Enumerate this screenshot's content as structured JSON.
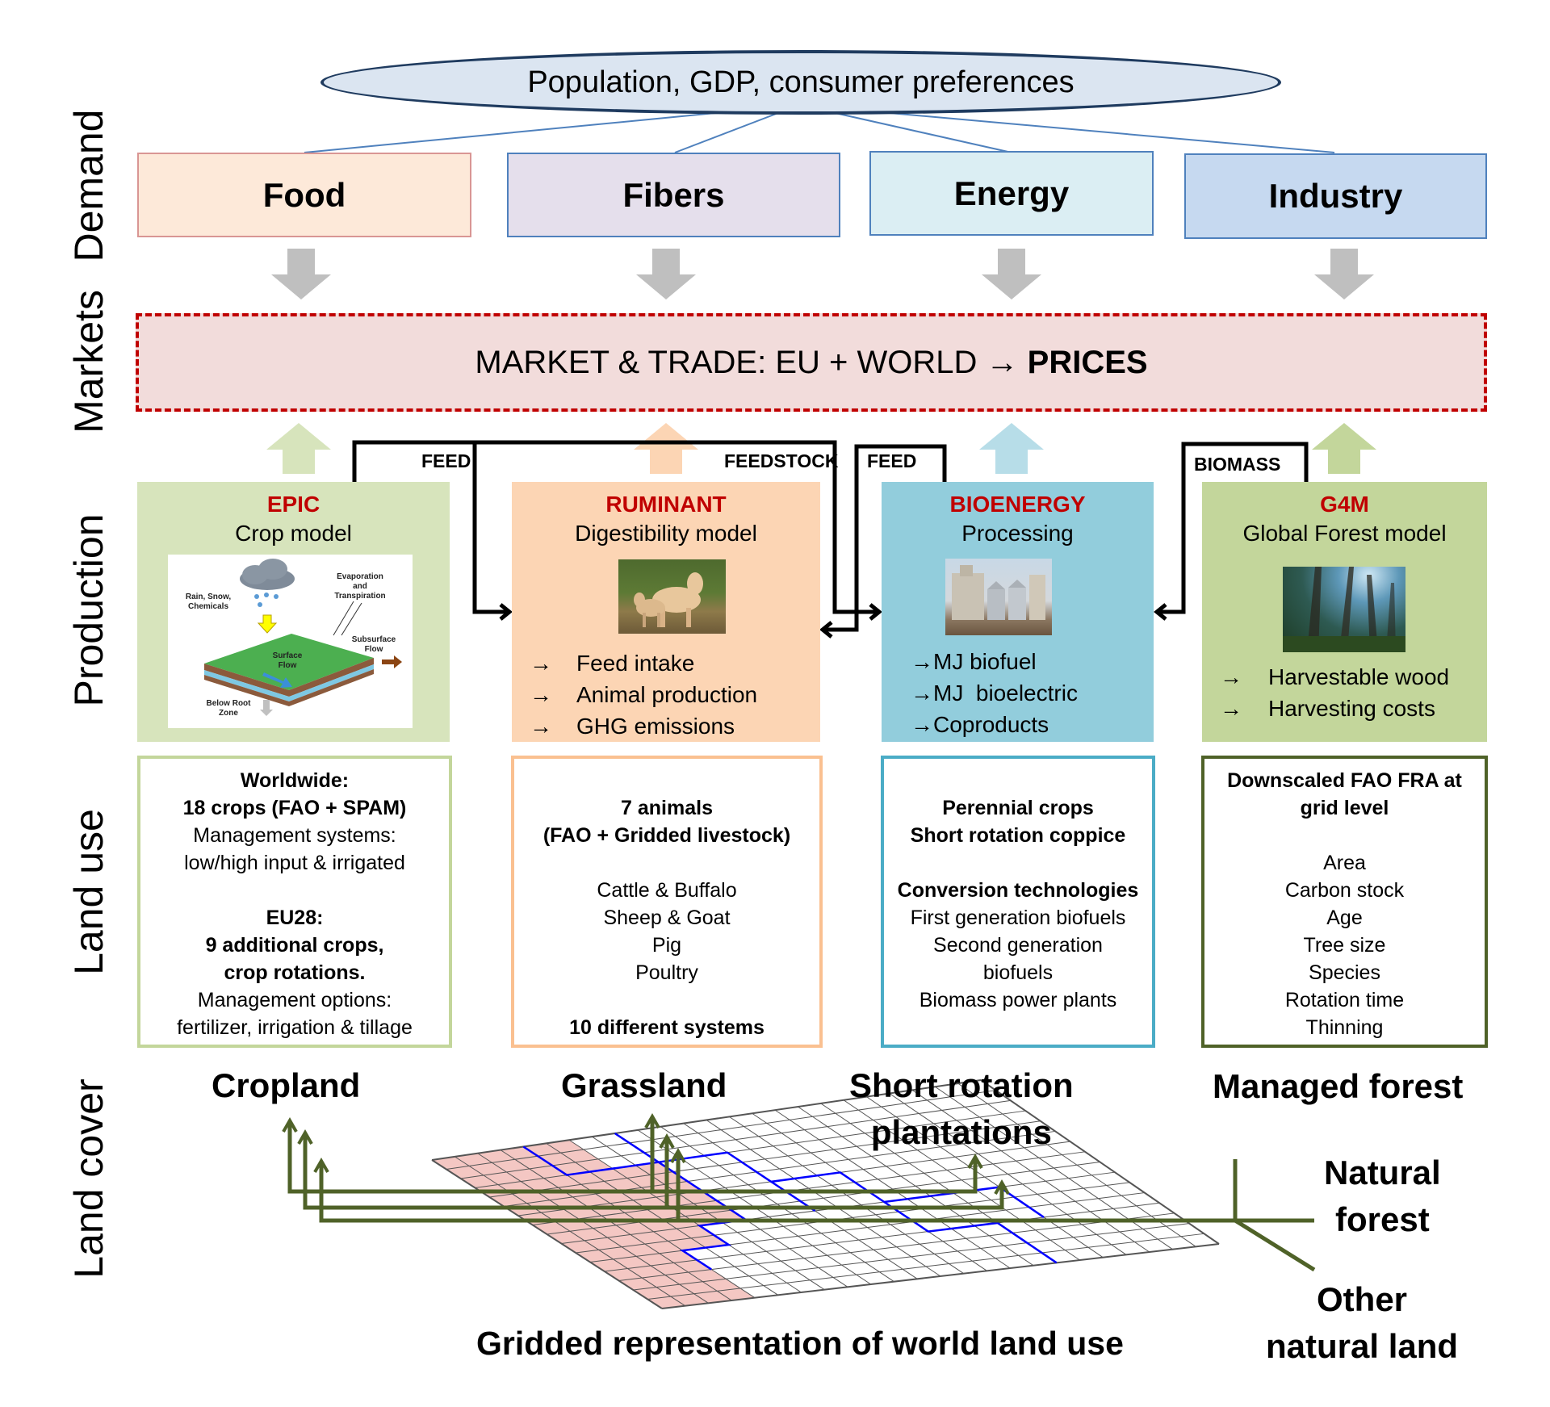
{
  "axis_labels": {
    "demand": "Demand",
    "markets": "Markets",
    "production": "Production",
    "land_use": "Land use",
    "land_cover": "Land cover"
  },
  "drivers": "Population, GDP, consumer preferences",
  "demand": [
    {
      "label": "Food",
      "fill": "#fde9d9",
      "border": "#d99694"
    },
    {
      "label": "Fibers",
      "fill": "#e5dfec",
      "border": "#4f81bd"
    },
    {
      "label": "Energy",
      "fill": "#dbeef3",
      "border": "#4f81bd"
    },
    {
      "label": "Industry",
      "fill": "#c6d9f0",
      "border": "#4f81bd"
    }
  ],
  "market": {
    "text": "MARKET & TRADE: EU + WORLD",
    "arrow": "→",
    "emphasis": "PRICES"
  },
  "flows": {
    "feed_1": "FEED",
    "feedstock": "FEEDSTOCK",
    "feed_2": "FEED",
    "biomass": "BIOMASS"
  },
  "production": [
    {
      "title": "EPIC",
      "subtitle": "Crop model",
      "fill": "#d7e4bc",
      "image_labels": {
        "rain": "Rain, Snow, Chemicals",
        "evap": "Evaporation and Transpiration",
        "subsurface": "Subsurface Flow",
        "surface": "Surface Flow",
        "root": "Below Root Zone"
      },
      "outputs": []
    },
    {
      "title": "RUMINANT",
      "subtitle": "Digestibility model",
      "fill": "#fcd5b4",
      "outputs": [
        "Feed intake",
        "Animal production",
        "GHG emissions"
      ]
    },
    {
      "title": "BIOENERGY",
      "subtitle": "Processing",
      "fill": "#92cddc",
      "outputs": [
        "MJ biofuel",
        "MJ  bioelectric",
        "Coproducts"
      ]
    },
    {
      "title": "G4M",
      "subtitle": "Global Forest model",
      "fill": "#c3d69b",
      "outputs": [
        "Harvestable wood",
        "Harvesting costs"
      ]
    }
  ],
  "list_arrow": "→",
  "land_use": [
    {
      "border": "#c3d69b",
      "lines": [
        {
          "text": "Worldwide:",
          "bold": true
        },
        {
          "text": "18 crops (FAO + SPAM)",
          "bold": true
        },
        {
          "text": "Management systems:",
          "bold": false
        },
        {
          "text": "low/high input & irrigated",
          "bold": false
        },
        {
          "text": "",
          "bold": false
        },
        {
          "text": "EU28:",
          "bold": true
        },
        {
          "text": "9 additional crops,",
          "bold": true
        },
        {
          "text": "crop rotations.",
          "bold": true
        },
        {
          "text": "Management options:",
          "bold": false
        },
        {
          "text": "fertilizer, irrigation & tillage",
          "bold": false
        }
      ]
    },
    {
      "border": "#fac090",
      "lines": [
        {
          "text": "",
          "bold": false
        },
        {
          "text": "7 animals",
          "bold": true
        },
        {
          "text": "(FAO + Gridded livestock)",
          "bold": true
        },
        {
          "text": "",
          "bold": false
        },
        {
          "text": "Cattle & Buffalo",
          "bold": false
        },
        {
          "text": "Sheep & Goat",
          "bold": false
        },
        {
          "text": "Pig",
          "bold": false
        },
        {
          "text": "Poultry",
          "bold": false
        },
        {
          "text": "",
          "bold": false
        },
        {
          "text": "10 different systems",
          "bold": true
        }
      ]
    },
    {
      "border": "#4bacc6",
      "lines": [
        {
          "text": "",
          "bold": false
        },
        {
          "text": "Perennial crops",
          "bold": true
        },
        {
          "text": "Short rotation coppice",
          "bold": true
        },
        {
          "text": "",
          "bold": false
        },
        {
          "text": "Conversion technologies",
          "bold": true
        },
        {
          "text": "First generation biofuels",
          "bold": false
        },
        {
          "text": "Second generation",
          "bold": false
        },
        {
          "text": "biofuels",
          "bold": false
        },
        {
          "text": "Biomass power plants",
          "bold": false
        }
      ]
    },
    {
      "border": "#4f6228",
      "lines": [
        {
          "text": "Downscaled FAO FRA at",
          "bold": true
        },
        {
          "text": "grid level",
          "bold": true
        },
        {
          "text": "",
          "bold": false
        },
        {
          "text": "Area",
          "bold": false
        },
        {
          "text": "Carbon stock",
          "bold": false
        },
        {
          "text": "Age",
          "bold": false
        },
        {
          "text": "Tree size",
          "bold": false
        },
        {
          "text": "Species",
          "bold": false
        },
        {
          "text": "Rotation time",
          "bold": false
        },
        {
          "text": "Thinning",
          "bold": false
        }
      ]
    }
  ],
  "land_cover": {
    "cropland": "Cropland",
    "grassland": "Grassland",
    "short_rotation_1": "Short rotation",
    "short_rotation_2": "plantations",
    "managed_forest": "Managed forest",
    "natural_forest_1": "Natural",
    "natural_forest_2": "forest",
    "other_natural_1": "Other",
    "other_natural_2": "natural land",
    "grid_caption": "Gridded representation of world land use"
  },
  "colors": {
    "market_border": "#c00000",
    "title_red": "#c00000",
    "connector_green": "#4f6228",
    "demand_arrow": "#bfbfbf",
    "grid_blue": "#0000ff",
    "cropland_pink": "#f4c7c3"
  }
}
